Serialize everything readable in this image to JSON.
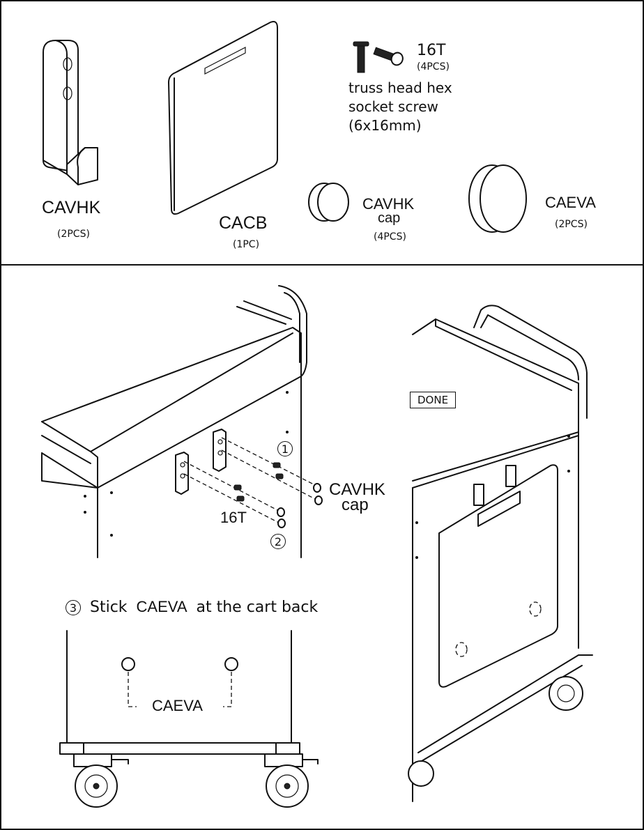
{
  "parts_panel": {
    "cavhk": {
      "name": "CAVHK",
      "qty": "(2PCS)"
    },
    "cacb": {
      "name": "CACB",
      "qty": "(1PC)"
    },
    "screw": {
      "code": "16T",
      "qty": "(4PCS)",
      "desc_line1": "truss head hex",
      "desc_line2": "socket screw",
      "desc_line3": "(6x16mm)"
    },
    "cavhk_cap": {
      "name_line1": "CAVHK",
      "name_line2": "cap",
      "qty": "(4PCS)"
    },
    "caeva": {
      "name": "CAEVA",
      "qty": "(2PCS)"
    }
  },
  "assembly_panel": {
    "step1_num": "1",
    "step2_num": "2",
    "cap_label_line1": "CAVHK",
    "cap_label_line2": "cap",
    "screw_label": "16T",
    "done_label": "DONE",
    "step3_num": "3",
    "step3_text_a": "Stick",
    "step3_text_b": "CAEVA",
    "step3_text_c": "at the cart back",
    "caeva_label": "CAEVA"
  }
}
